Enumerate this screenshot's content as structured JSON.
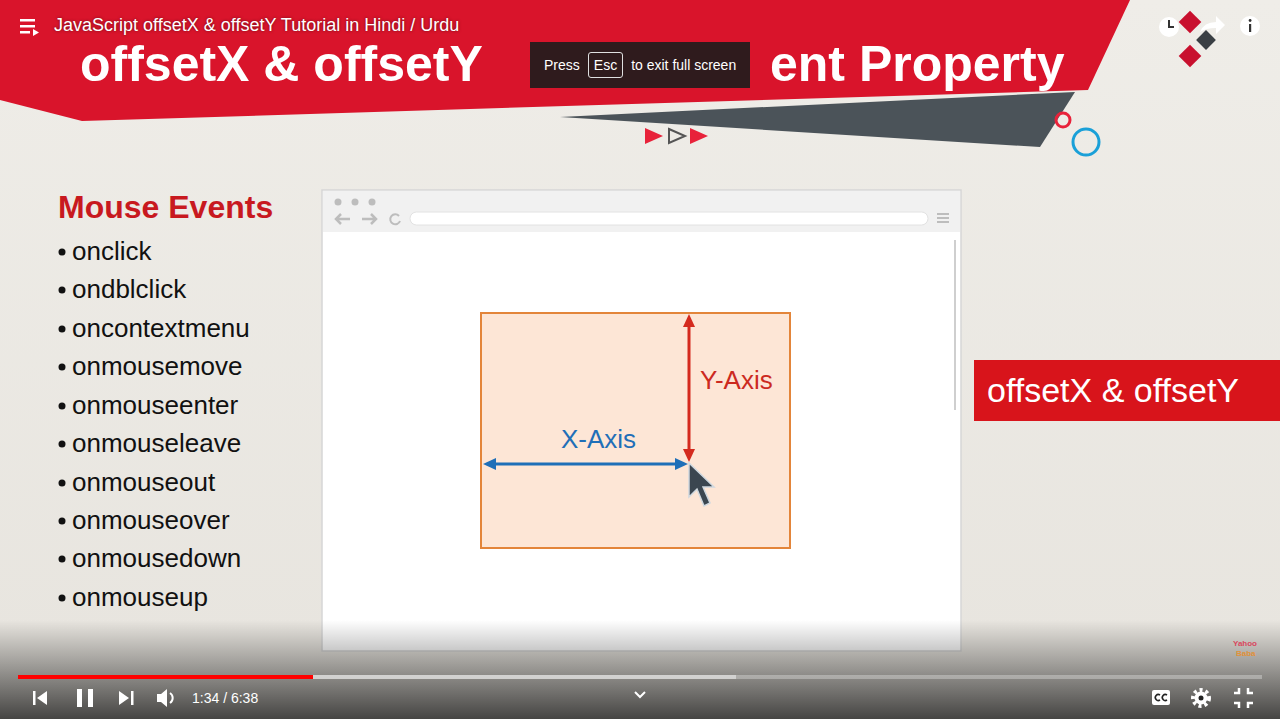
{
  "diagram": {
    "title": "JavaScript offsetX & offsetY Tutorial in Hindi / Urdu",
    "nodes": [
      {
        "text": [
          "offsetX & offsetY",
          "ent Property"
        ]
      },
      {
        "text": [
          "Press",
          "to exit full screen"
        ]
      },
      {
        "text": [
          "Esc"
        ],
        "in": 1
      },
      {
        "text": [
          "Y-Axis",
          "X-Axis"
        ]
      },
      {
        "text": [
          "offsetX & offsetY"
        ]
      }
    ],
    "labels": [
      "Mouse Events",
      "onclick",
      "ondblclick",
      "oncontextmenu",
      "onmousemove",
      "onmouseenter",
      "onmouseleave",
      "onmouseout",
      "onmouseover",
      "onmousedown",
      "onmouseup",
      "1:34 / 6:38",
      "Yahoo",
      "Baba"
    ]
  }
}
